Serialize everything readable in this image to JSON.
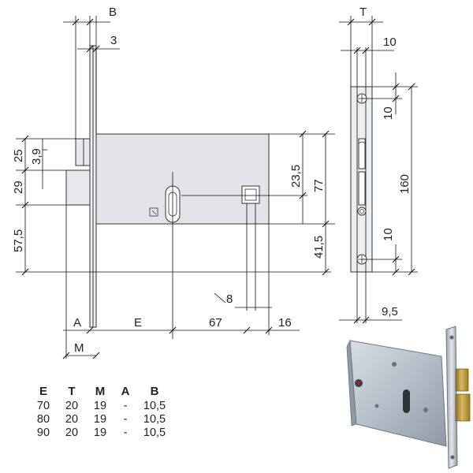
{
  "colors": {
    "body_fill": "#e2e4e7",
    "faceplate_fill": "#eceef0",
    "bolt_fill": "#e6e8eb",
    "line": "#111111",
    "photo_body": "#b9c2cc",
    "photo_brass": "#c9a64a"
  },
  "dimensions": {
    "B": "B",
    "three": "3",
    "T": "T",
    "ten_top": "10",
    "ten_a": "10",
    "ten_b": "10",
    "one_sixty": "160",
    "twenty_five": "25",
    "three_nine": "3,9",
    "twenty_nine": "29",
    "fifty_seven_five": "57,5",
    "twenty_three_five": "23,5",
    "seventy_seven": "77",
    "forty_one_five": "41,5",
    "eight": "8",
    "A": "A",
    "E": "E",
    "sixty_seven": "67",
    "sixteen": "16",
    "M": "M",
    "nine_five": "9,5"
  },
  "table": {
    "headers": [
      "E",
      "T",
      "M",
      "A",
      "B"
    ],
    "rows": [
      [
        "70",
        "20",
        "19",
        "-",
        "10,5"
      ],
      [
        "80",
        "20",
        "19",
        "-",
        "10,5"
      ],
      [
        "90",
        "20",
        "19",
        "-",
        "10,5"
      ]
    ]
  }
}
